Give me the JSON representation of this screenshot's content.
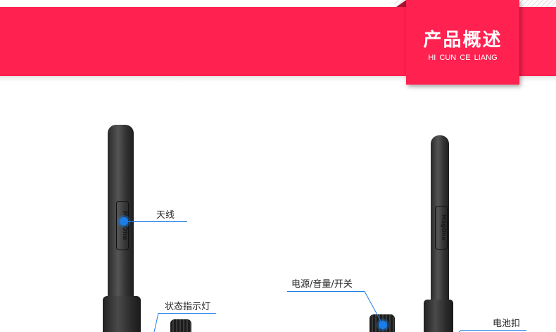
{
  "header": {
    "title": "产品概述",
    "subtitle": "HI CUN  CE LIANG",
    "accent": "#ff2150"
  },
  "product": {
    "brand": "MagOne"
  },
  "callouts": [
    {
      "label": "天线"
    },
    {
      "label": "状态指示灯"
    },
    {
      "label": "电源/音量/开关"
    },
    {
      "label": "电池扣"
    }
  ],
  "colors": {
    "callout_line": "#1a7de8"
  }
}
